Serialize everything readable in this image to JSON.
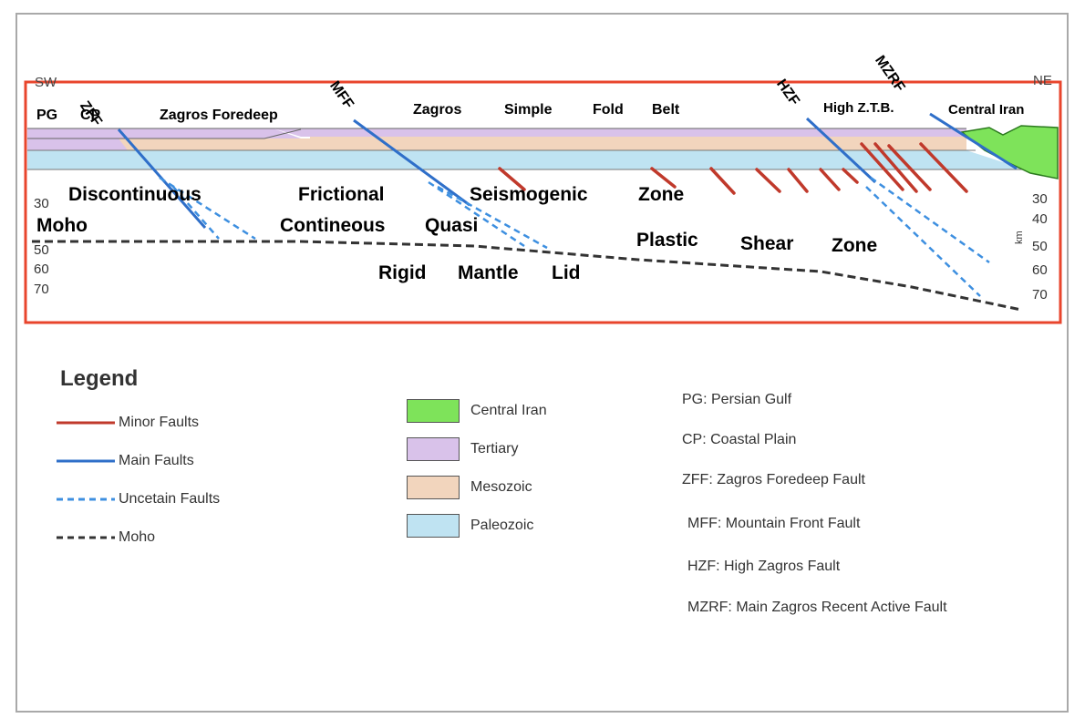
{
  "section": {
    "sw": "SW",
    "ne": "NE",
    "pg": "PG",
    "cp": "CP",
    "zff": "ZFF",
    "zagros_foredeep": "Zagros Foredeep",
    "mff": "MFF",
    "zagros": "Zagros",
    "simple": "Simple",
    "fold": "Fold",
    "belt": "Belt",
    "hzf": "HZF",
    "mzrf": "MZRF",
    "high_ztb": "High Z.T.B.",
    "central_iran": "Central Iran",
    "discontinuous": "Discontinuous",
    "frictional": "Frictional",
    "seismogenic": "Seismogenic",
    "zone1": "Zone",
    "moho": "Moho",
    "contineous": "Contineous",
    "quasi": "Quasi",
    "plastic": "Plastic",
    "shear": "Shear",
    "zone2": "Zone",
    "rigid": "Rigid",
    "mantle": "Mantle",
    "lid": "Lid",
    "left_depths": [
      "30",
      "50",
      "60",
      "70"
    ],
    "right_depths": [
      "30",
      "40",
      "50",
      "60",
      "70"
    ],
    "km": "km"
  },
  "legend": {
    "title": "Legend",
    "lines": [
      {
        "label": "Minor Faults",
        "color": "#c0392b",
        "dash": false
      },
      {
        "label": "Main Faults",
        "color": "#2f6fc9",
        "dash": false
      },
      {
        "label": "Uncetain Faults",
        "color": "#3d8fe0",
        "dash": true
      },
      {
        "label": "Moho",
        "color": "#333333",
        "dash": true
      }
    ],
    "units": [
      {
        "label": "Central Iran",
        "color": "#7ee35a"
      },
      {
        "label": "Tertiary",
        "color": "#d9c2ea"
      },
      {
        "label": "Mesozoic",
        "color": "#f2d5bd"
      },
      {
        "label": "Paleozoic",
        "color": "#bfe3f2"
      }
    ],
    "abbreviations": [
      "PG: Persian Gulf",
      "CP: Coastal Plain",
      "ZFF: Zagros Foredeep Fault",
      "MFF: Mountain Front Fault",
      "HZF: High Zagros Fault",
      "MZRF: Main Zagros Recent Active Fault"
    ]
  },
  "colors": {
    "frame_red": "#e8452c",
    "main_fault": "#2f6fc9",
    "minor_fault": "#c0392b",
    "moho": "#333333"
  }
}
